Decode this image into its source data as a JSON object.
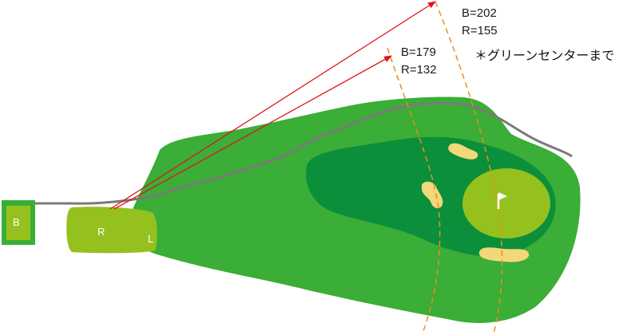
{
  "colors": {
    "rough": "#3aae37",
    "fairway_dark": "#0b8f3a",
    "green": "#95c11f",
    "tee": "#95c11f",
    "bunker": "#f2d87a",
    "cart_path": "#7a7a7a",
    "arc": "#f08a1c",
    "arrow": "#e0151b"
  },
  "tees": {
    "back_tee_label": "B",
    "right_marker_label": "R",
    "left_marker_label": "L"
  },
  "distances": {
    "near": {
      "back": "B=179",
      "regular": "R=132"
    },
    "far": {
      "back": "B=202",
      "regular": "R=155"
    }
  },
  "note": "＊グリーンセンターまで",
  "icons": {
    "pin": "flag-icon"
  }
}
